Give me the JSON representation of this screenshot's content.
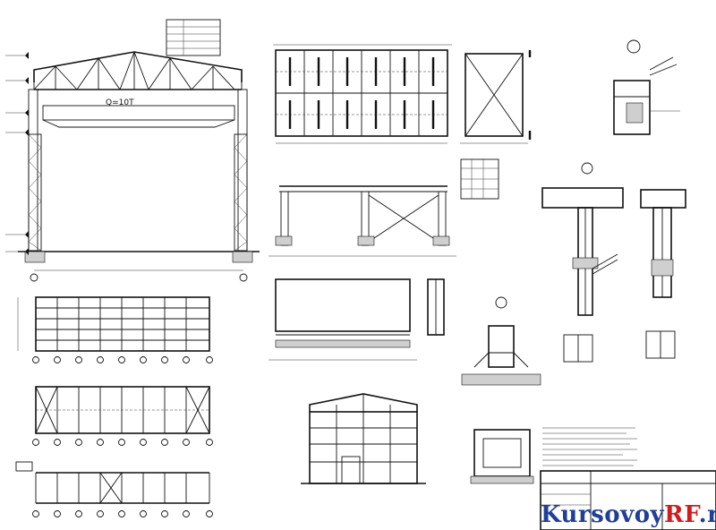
{
  "drawing": {
    "crane_label": "Q=10T"
  },
  "watermark": {
    "brand_part1": "Kursovoy",
    "brand_part2": "RF",
    "brand_part3": ".ru",
    "colors": {
      "blue": "#1f3f9a",
      "red": "#d01c1c"
    }
  }
}
